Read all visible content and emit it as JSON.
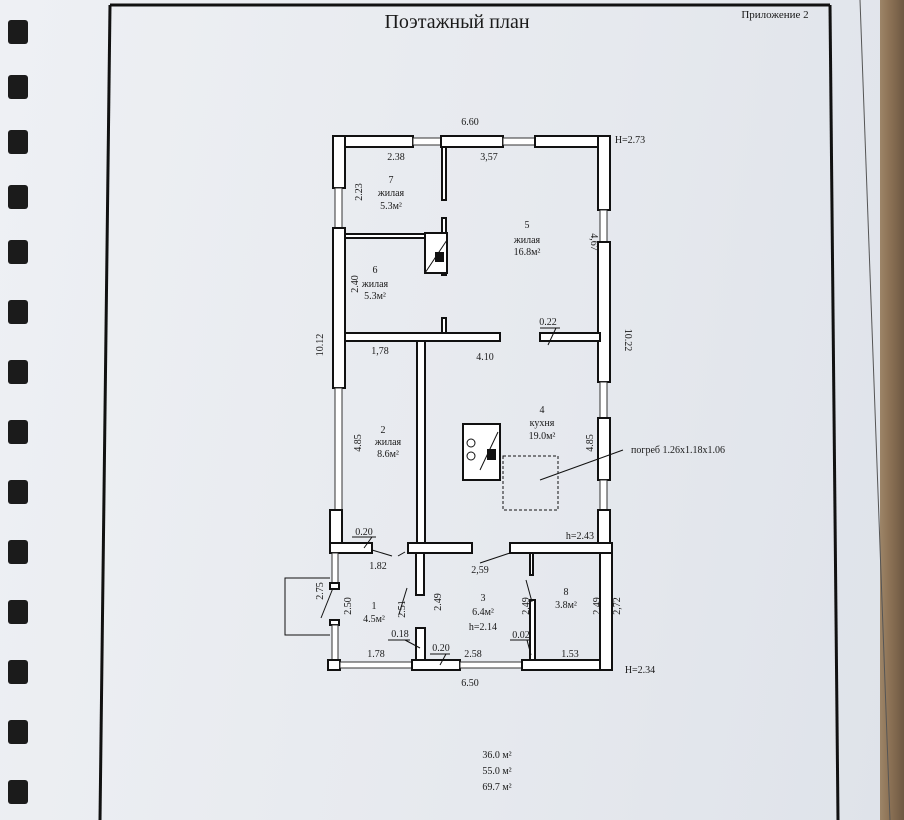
{
  "document": {
    "title": "Поэтажный план",
    "appendix": "Приложение 2"
  },
  "dimensions": {
    "top_total": "6.60",
    "bottom_total": "6.50",
    "h_top": "H=2.73",
    "h_bottom": "H=2.34",
    "top_left": "2.38",
    "top_right": "3,57",
    "left_total": "10.12",
    "right_total": "10.22",
    "r7_side": "2.23",
    "r6_side": "2.40",
    "r5_side": "4,67",
    "gap": "0.22",
    "mid_left": "1,78",
    "mid_right": "4.10",
    "r2_side": "4.85",
    "r4_side": "4.85",
    "h_kitchen": "h=2.43",
    "wall1": "0.20",
    "door1": "1.82",
    "door3": "2,59",
    "porch": "2.75",
    "r1_side": "2.50",
    "r1_side2": "2.51",
    "r3_left": "2.49",
    "r3_right": "2.49",
    "r8_side": "2.49",
    "right_lower": "2,72",
    "wall2": "0.18",
    "wall3": "0.02",
    "b1": "1.78",
    "wall4": "0.20",
    "b3": "2.58",
    "b8": "1.53"
  },
  "rooms": [
    {
      "num": "7",
      "type": "жилая",
      "area": "5.3м²"
    },
    {
      "num": "5",
      "type": "жилая",
      "area": "16.8м²"
    },
    {
      "num": "6",
      "type": "жилая",
      "area": "5.3м²"
    },
    {
      "num": "2",
      "type": "жилая",
      "area": "8.6м²"
    },
    {
      "num": "4",
      "type": "кухня",
      "area": "19.0м²"
    },
    {
      "num": "1",
      "type": "",
      "area": "4.5м²"
    },
    {
      "num": "3",
      "type": "h=2.14",
      "area": "6.4м²"
    },
    {
      "num": "8",
      "type": "",
      "area": "3.8м²"
    }
  ],
  "cellar": "погреб 1.26х1.18х1.06",
  "totals": [
    "36.0 м²",
    "55.0 м²",
    "69.7 м²"
  ]
}
